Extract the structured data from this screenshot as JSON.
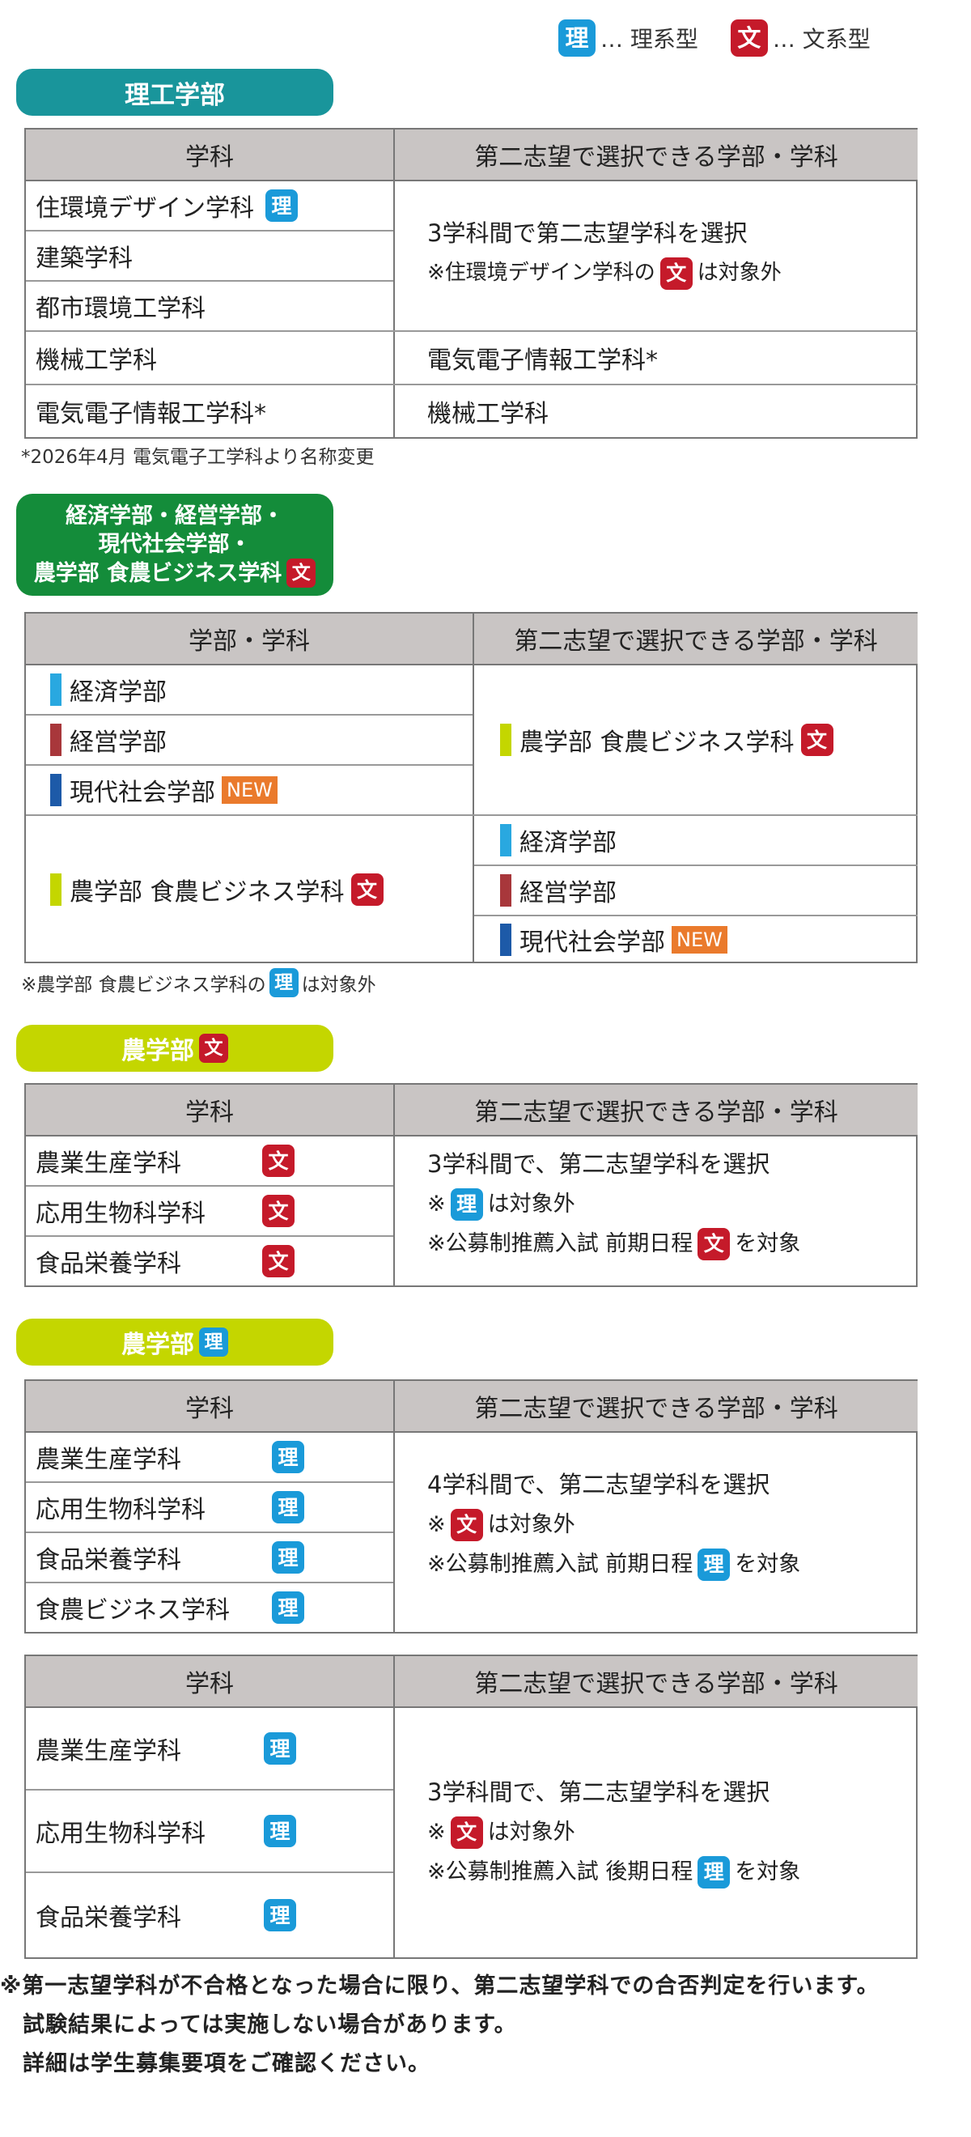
{
  "legend": {
    "ri_badge": "理",
    "ri_label": "… 理系型",
    "bun_badge": "文",
    "bun_label": "… 文系型"
  },
  "colors": {
    "ri": "#1a9ad9",
    "bun": "#c51a2a",
    "teal": "#19959b",
    "green": "#148c3a",
    "lime": "#c4d600",
    "header": "#c9c5c4",
    "new": "#ea7a2c",
    "econ_bar": "#29a8e0",
    "mgmt_bar": "#a8373b",
    "social_bar": "#1d5aa8",
    "agri_bar": "#c4d600"
  },
  "s1": {
    "tag": "理工学部",
    "head_left": "学科",
    "head_right": "第二志望で選択できる学部・学科",
    "rows": [
      "住環境デザイン学科",
      "建築学科",
      "都市環境工学科",
      "機械工学科",
      "電気電子情報工学科*"
    ],
    "right_main": "3学科間で第二志望学科を選択",
    "right_note_a": "※住環境デザイン学科の",
    "right_note_b": "は対象外",
    "right_row4": "電気電子情報工学科*",
    "right_row5": "機械工学科",
    "footnote": "*2026年4月 電気電子工学科より名称変更"
  },
  "s2": {
    "tag_line1": "経済学部・経営学部・",
    "tag_line2": "現代社会学部・",
    "tag_line3": "農学部 食農ビジネス学科",
    "head_left": "学部・学科",
    "head_right": "第二志望で選択できる学部・学科",
    "econ": "経済学部",
    "mgmt": "経営学部",
    "social": "現代社会学部",
    "new": "NEW",
    "agri": "農学部 食農ビジネス学科",
    "footnote_a": "※農学部 食農ビジネス学科の",
    "footnote_b": "は対象外"
  },
  "s3": {
    "tag": "農学部",
    "head_left": "学科",
    "head_right": "第二志望で選択できる学部・学科",
    "rows": [
      "農業生産学科",
      "応用生物科学科",
      "食品栄養学科"
    ],
    "line1": "3学科間で、第二志望学科を選択",
    "line2_a": "※",
    "line2_b": "は対象外",
    "line3_a": "※公募制推薦入試 前期日程",
    "line3_b": "を対象"
  },
  "s4": {
    "tag": "農学部",
    "head_left": "学科",
    "head_right": "第二志望で選択できる学部・学科",
    "rows": [
      "農業生産学科",
      "応用生物科学科",
      "食品栄養学科",
      "食農ビジネス学科"
    ],
    "line1": "4学科間で、第二志望学科を選択",
    "line2_a": "※",
    "line2_b": "は対象外",
    "line3_a": "※公募制推薦入試 前期日程",
    "line3_b": "を対象"
  },
  "s5": {
    "head_left": "学科",
    "head_right": "第二志望で選択できる学部・学科",
    "rows": [
      "農業生産学科",
      "応用生物科学科",
      "食品栄養学科"
    ],
    "line1": "3学科間で、第二志望学科を選択",
    "line2_a": "※",
    "line2_b": "は対象外",
    "line3_a": "※公募制推薦入試 後期日程",
    "line3_b": "を対象"
  },
  "footer": {
    "line1": "※第一志望学科が不合格となった場合に限り、第二志望学科での合否判定を行います。",
    "line2": "試験結果によっては実施しない場合があります。",
    "line3": "詳細は学生募集要項をご確認ください。"
  }
}
